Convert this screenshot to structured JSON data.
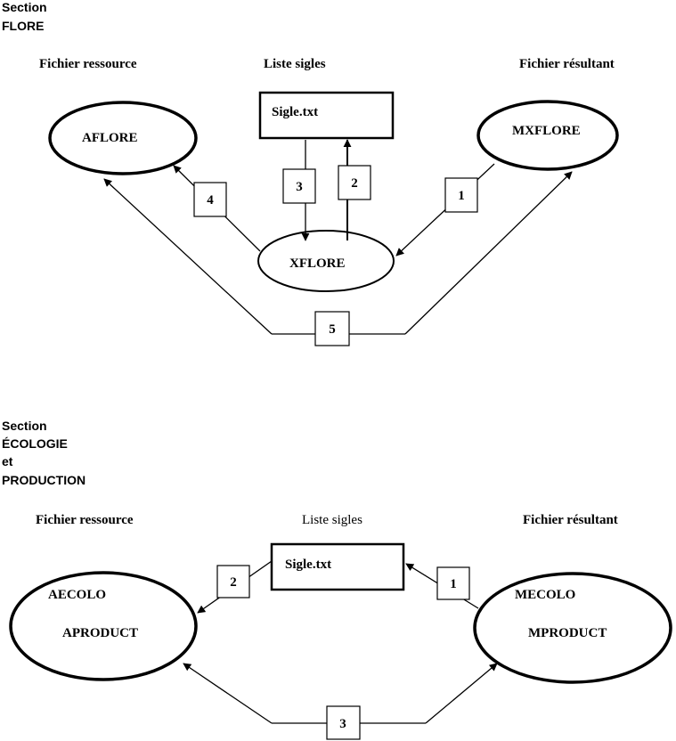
{
  "flore": {
    "section_line1": "Section",
    "section_line2": "FLORE",
    "col_resource": "Fichier ressource",
    "col_list": "Liste sigles",
    "col_result": "Fichier résultant",
    "node_resource": "AFLORE",
    "node_list": "Sigle.txt",
    "node_result": "MXFLORE",
    "node_center": "XFLORE",
    "steps": [
      "1",
      "2",
      "3",
      "4",
      "5"
    ]
  },
  "ecologie": {
    "section_line1": "Section",
    "section_line2": "ÉCOLOGIE",
    "section_line3": "et",
    "section_line4": "PRODUCTION",
    "col_resource": "Fichier ressource",
    "col_list": "Liste sigles",
    "col_result": "Fichier résultant",
    "node_resource_line1": "AECOLO",
    "node_resource_line2": "APRODUCT",
    "node_list": "Sigle.txt",
    "node_result_line1": "MECOLO",
    "node_result_line2": "MPRODUCT",
    "steps": [
      "1",
      "2",
      "3"
    ]
  }
}
